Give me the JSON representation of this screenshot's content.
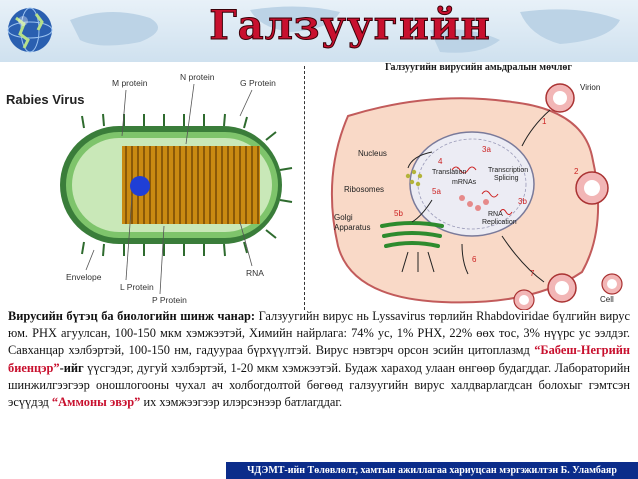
{
  "slide": {
    "title": "Галзуугийн вирус",
    "footer": "ЧДЭМТ-ийн Төлөвлөлт, хамтын ажиллагаа хариуцсан мэргэжилтэн Б. Уламбаяр"
  },
  "virus_diagram": {
    "heading": "Rabies Virus",
    "labels": {
      "m_protein": "M protein",
      "n_protein": "N protein",
      "g_protein": "G Protein",
      "envelope": "Envelope",
      "l_protein": "L Protein",
      "rna": "RNA",
      "p_protein": "P Protein"
    }
  },
  "cycle_diagram": {
    "title": "Галзуугийн вирусийн амьдралын мөчлөг",
    "labels": {
      "virion": "Virion",
      "nucleus": "Nucleus",
      "translation": "Translation",
      "mrnas": "mRNAs",
      "transcription": "Transcription",
      "splicing": "Splicing",
      "ribosomes": "Ribosomes",
      "golgi": "Golgi",
      "apparatus": "Apparatus",
      "rna": "RNA",
      "replication": "Replication",
      "cell": "Cell"
    },
    "steps": [
      "1",
      "2",
      "3a",
      "3b",
      "4",
      "5a",
      "5b",
      "6",
      "7"
    ]
  },
  "text": {
    "p1_bold": "Вирусийн бүтэц ба биологийн шинж чанар:",
    "p1_rest": " Галзуугийн вирус нь Lyssavirus төрлийн Rhabdoviridae бүлгийн вирус юм. РНХ агуулсан, 100-150 мкм хэмжээтэй, Химийн найрлага: 74% ус, 1% РНХ, 22% өөх тос, 3% нүүрс ус ээлдэг. Савханцар хэлбэртэй, 100-150 нм, гадуураа бүрхүүлтэй. Вирус нэвтэрч орсон эсийн цитоплазмд ",
    "babes": "“Бабеш-Негрийн биенцэр”",
    "p1_after": "-ийг",
    "p1_rest2": " үүсгэдэг, дугуй хэлбэртэй, 1-20 мкм хэмжээтэй. Будаж хараход улаан өнгөөр будагддаг. Лабораторийн шинжилгээгээр оношлогооны чухал ач холбогдолтой бөгөөд галзуугийн вирус халдварлагдсан болохыг гэмтсэн эсүүдэд ",
    "ammon": "“Аммоны эвэр”",
    "p1_end": " их хэмжээгээр илэрсэнээр батлагддаг."
  },
  "colors": {
    "title_red": "#c8102e",
    "footer_blue": "#0b2c8a",
    "cell_fill": "#f9d9c7",
    "capsid_brown": "#c98a12"
  }
}
